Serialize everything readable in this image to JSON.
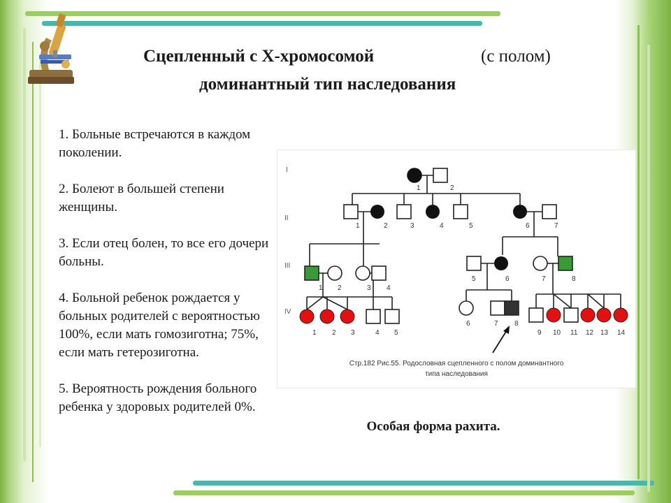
{
  "title": {
    "line1_left": "Сцепленный с Х-хромосомой",
    "line1_right": "(с полом)",
    "line2": "доминантный тип наследования"
  },
  "list": [
    "1. Больные встречаются в каждом поколении.",
    "2. Болеют в большей степени женщины.",
    "3. Если отец болен, то все его дочери больны.",
    "4. Больной ребенок рождается у больных родителей с вероятностью 100%, если мать гомозиготна; 75%, если мать гетерозиготна.",
    "5. Вероятность рождения больного ребенка у здоровых родителей 0%."
  ],
  "pedigree": {
    "generations": [
      "I",
      "II",
      "III",
      "IV"
    ],
    "gen1": [
      "1",
      "2"
    ],
    "gen2": [
      "1",
      "2",
      "3",
      "4",
      "5",
      "6",
      "7"
    ],
    "gen3": [
      "1",
      "2",
      "3",
      "4",
      "5",
      "6",
      "7",
      "8"
    ],
    "gen4": [
      "1",
      "2",
      "3",
      "4",
      "5",
      "6",
      "7",
      "8",
      "9",
      "10",
      "11",
      "12",
      "13",
      "14"
    ],
    "caption_line1": "Стр.182 Рис.55. Родословная сцепленного с полом доминантного",
    "caption_line2": "типа наследования"
  },
  "caption": "Особая форма рахита.",
  "colors": {
    "affected_black": "#111111",
    "affected_red": "#e41010",
    "affected_green": "#3a9a3a",
    "green_bar": "#8bc34a",
    "teal_bar": "#4db6ac"
  },
  "icons": [
    "microscope-icon"
  ]
}
